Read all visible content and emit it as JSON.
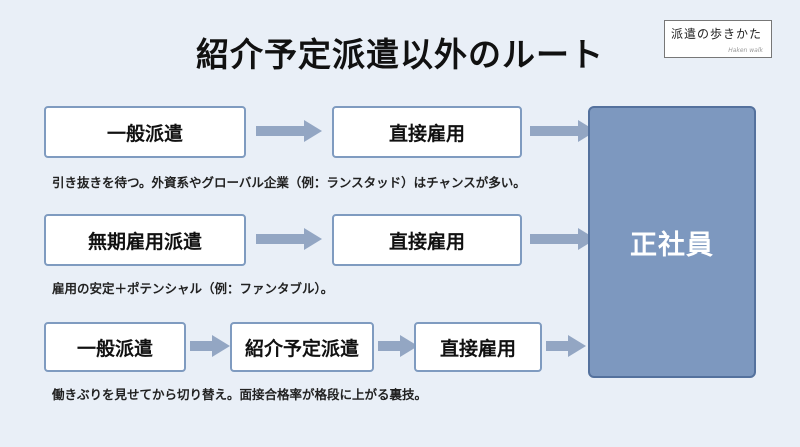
{
  "title": "紹介予定派遣以外のルート",
  "logo": {
    "main": "派遣の歩きかた",
    "sub": "Haken walk"
  },
  "routes": [
    {
      "steps": [
        "一般派遣",
        "直接雇用"
      ],
      "note": "引き抜きを待つ。外資系やグローバル企業（例：ランスタッド）はチャンスが多い。"
    },
    {
      "steps": [
        "無期雇用派遣",
        "直接雇用"
      ],
      "note": "雇用の安定＋ポテンシャル（例：ファンタブル）。"
    },
    {
      "steps": [
        "一般派遣",
        "紹介予定派遣",
        "直接雇用"
      ],
      "note": "働きぶりを見せてから切り替え。面接合格率が格段に上がる裏技。"
    }
  ],
  "destination": "正社員",
  "colors": {
    "background": "#e9eff7",
    "box_border": "#7f9bc0",
    "arrow": "#93a6c3",
    "destination_fill": "#7d98bf"
  }
}
